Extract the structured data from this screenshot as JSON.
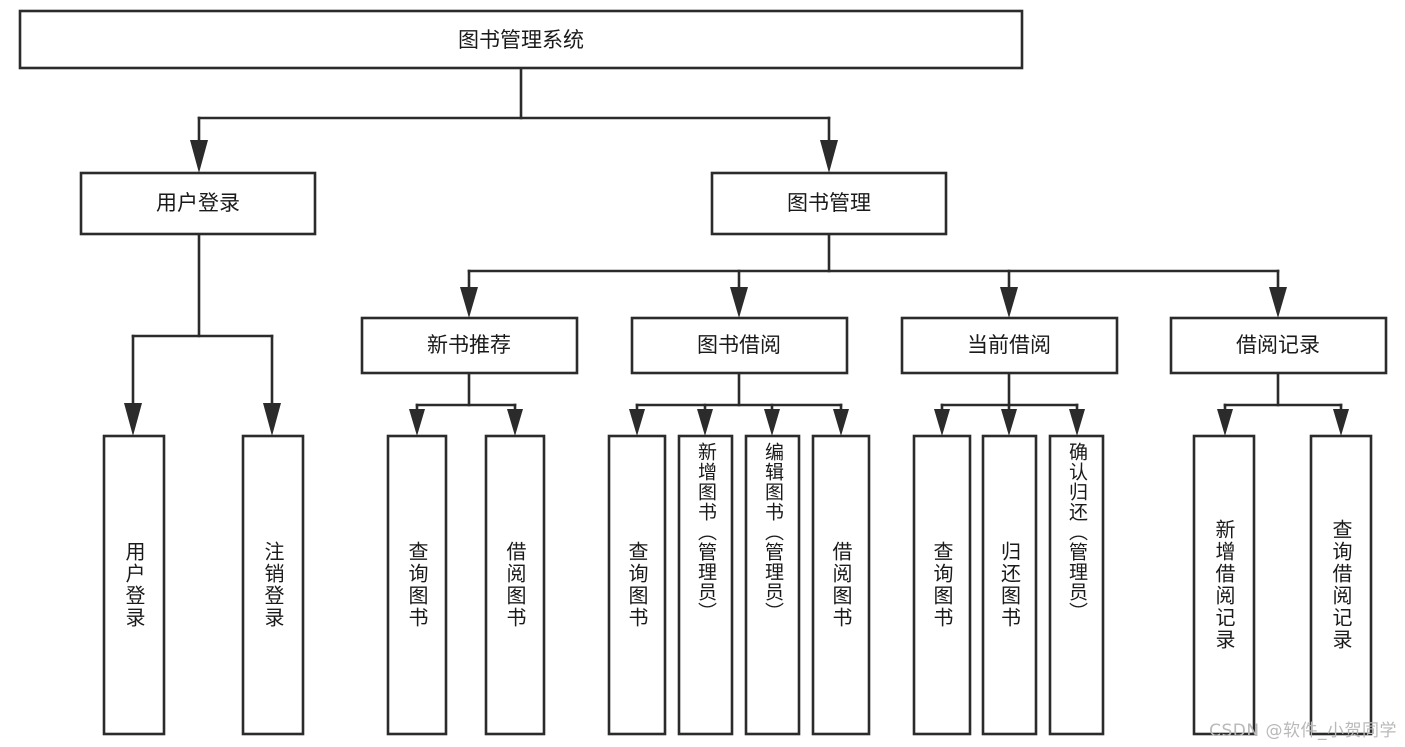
{
  "diagram": {
    "title": "图书管理系统",
    "type": "hierarchy-tree",
    "orientation": "top-down",
    "levels": 3,
    "root": {
      "label": "图书管理系统",
      "text_orientation": "horizontal"
    },
    "level2": [
      {
        "label": "用户登录",
        "text_orientation": "horizontal",
        "children": [
          {
            "label": "用户登录",
            "text_orientation": "vertical"
          },
          {
            "label": "注销登录",
            "text_orientation": "vertical"
          }
        ]
      },
      {
        "label": "图书管理",
        "text_orientation": "horizontal",
        "children": [
          {
            "label": "新书推荐",
            "text_orientation": "horizontal",
            "children": [
              {
                "label": "查询图书",
                "text_orientation": "vertical"
              },
              {
                "label": "借阅图书",
                "text_orientation": "vertical"
              }
            ]
          },
          {
            "label": "图书借阅",
            "text_orientation": "horizontal",
            "children": [
              {
                "label": "查询图书",
                "text_orientation": "vertical"
              },
              {
                "label": "新增图书（管理员）",
                "text_orientation": "vertical"
              },
              {
                "label": "编辑图书（管理员）",
                "text_orientation": "vertical"
              },
              {
                "label": "借阅图书",
                "text_orientation": "vertical"
              }
            ]
          },
          {
            "label": "当前借阅",
            "text_orientation": "horizontal",
            "children": [
              {
                "label": "查询图书",
                "text_orientation": "vertical"
              },
              {
                "label": "归还图书",
                "text_orientation": "vertical"
              },
              {
                "label": "确认归还（管理员）",
                "text_orientation": "vertical"
              }
            ]
          },
          {
            "label": "借阅记录",
            "text_orientation": "horizontal",
            "children": [
              {
                "label": "新增借阅记录",
                "text_orientation": "vertical"
              },
              {
                "label": "查询借阅记录",
                "text_orientation": "vertical"
              }
            ]
          }
        ]
      }
    ]
  },
  "nodes": {
    "root": {
      "label": "图书管理系统"
    },
    "user_login": {
      "label": "用户登录"
    },
    "book_manage": {
      "label": "图书管理"
    },
    "new_book_rec": {
      "label": "新书推荐"
    },
    "book_borrow": {
      "label": "图书借阅"
    },
    "current_borrow": {
      "label": "当前借阅"
    },
    "borrow_record": {
      "label": "借阅记录"
    },
    "leaf_user_login": {
      "label": "用户登录"
    },
    "leaf_logout": {
      "label": "注销登录"
    },
    "leaf_query_book_1": {
      "label": "查询图书"
    },
    "leaf_borrow_book_1": {
      "label": "借阅图书"
    },
    "leaf_query_book_2": {
      "label": "查询图书"
    },
    "leaf_add_book": {
      "label": "新增图书（管理员）"
    },
    "leaf_edit_book": {
      "label": "编辑图书（管理员）"
    },
    "leaf_borrow_book_2": {
      "label": "借阅图书"
    },
    "leaf_query_book_3": {
      "label": "查询图书"
    },
    "leaf_return_book": {
      "label": "归还图书"
    },
    "leaf_confirm_return": {
      "label": "确认归还（管理员）"
    },
    "leaf_add_record": {
      "label": "新增借阅记录"
    },
    "leaf_query_record": {
      "label": "查询借阅记录"
    }
  },
  "colors": {
    "stroke": "#2b2b2b",
    "fill": "#ffffff",
    "text": "#1a1a1a",
    "watermark": "#b9b9b9",
    "background": "#ffffff"
  },
  "watermark": {
    "text": "CSDN @软件_小贺同学"
  }
}
